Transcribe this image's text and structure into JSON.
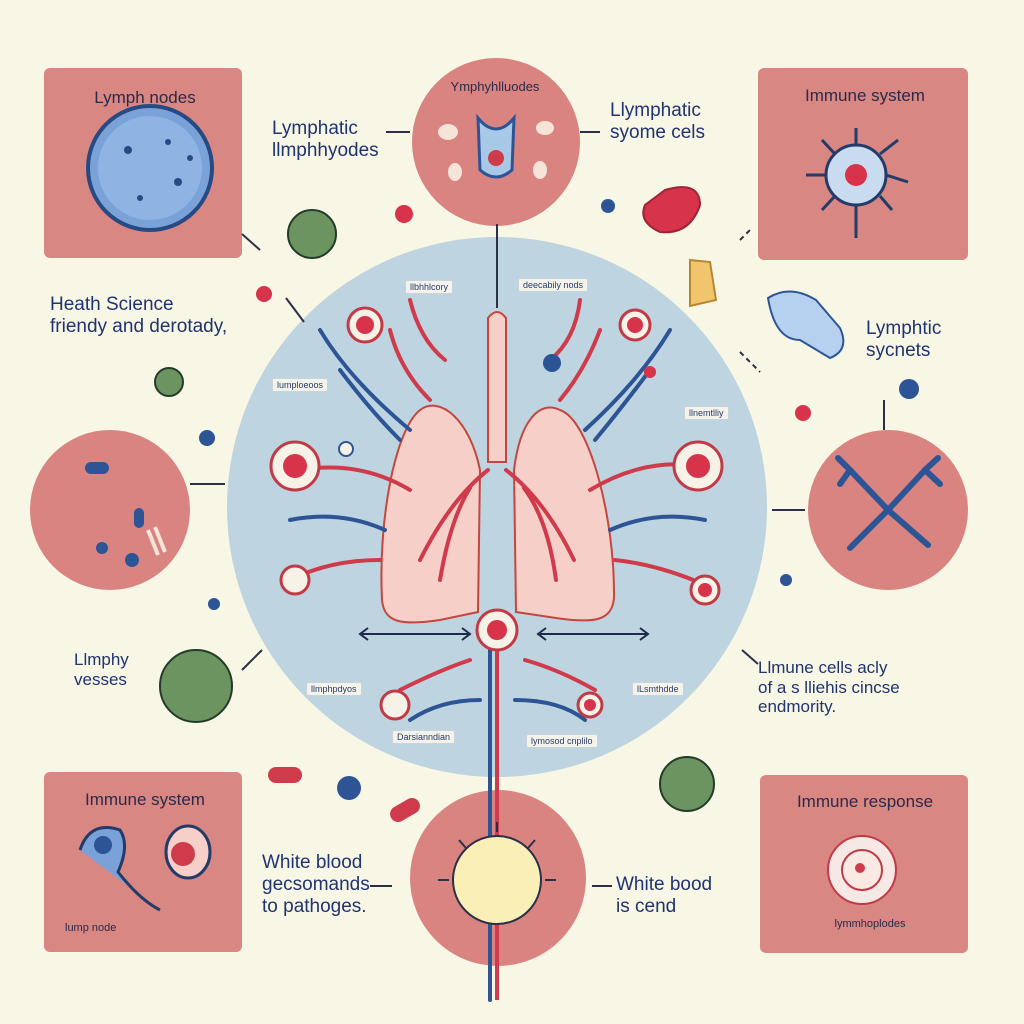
{
  "panels": {
    "top_left_title": "Lymph nodes",
    "top_center_title": "Ymphyhlluodes",
    "top_right_title": "Immune system",
    "bottom_left_title": "Immune system",
    "bottom_left_caption": "lump node",
    "bottom_right_title": "Immune response",
    "bottom_right_caption": "lymmhoplodes"
  },
  "labels": {
    "lymphatic_lymphoides": "Lymphatic\nllmphhyodes",
    "lymphatic_cells": "Llymphatic\nsyome cels",
    "health_science": "Heath Science\nfriendy and derotady,",
    "lymphatic_sycnets": "Lymphtic\nsycnets",
    "lymphy_vesses": "Llmphy\nvesses",
    "immune_cells_note": "Llmune cells acly\nof a s lliehis cincse\nendmority.",
    "white_blood_left": "White blood\ngecsomands\nto pathoges.",
    "white_blood_right": "White bood\nis cend"
  },
  "tags": {
    "t1": "llbhhlcory",
    "t2": "deecabily nods",
    "t3": "lumploeoos",
    "t4": "llnemtlliy",
    "t5": "llmphpdyos",
    "t6": "lLsmthdde",
    "t7": "Darsianndian",
    "t8": "lymosod cnplilo"
  },
  "colors": {
    "background": "#f8f6e4",
    "panel": "#d78580",
    "center_circle": "#bcd3df",
    "artery": "#cf3b4b",
    "vein": "#2d5596",
    "lung": "#f4cec6",
    "virus": "#6b9460"
  }
}
